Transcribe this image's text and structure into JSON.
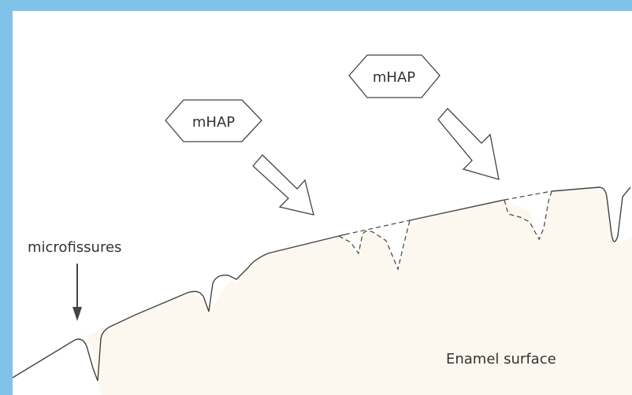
{
  "labels": {
    "mhap_left": "mHAP",
    "mhap_right": "mHAP",
    "microfissures": "microfissures",
    "enamel_surface": "Enamel surface"
  },
  "colors": {
    "frame": "#7fc4e8",
    "enamel_fill": "#fdf8ef",
    "line": "#444444"
  }
}
